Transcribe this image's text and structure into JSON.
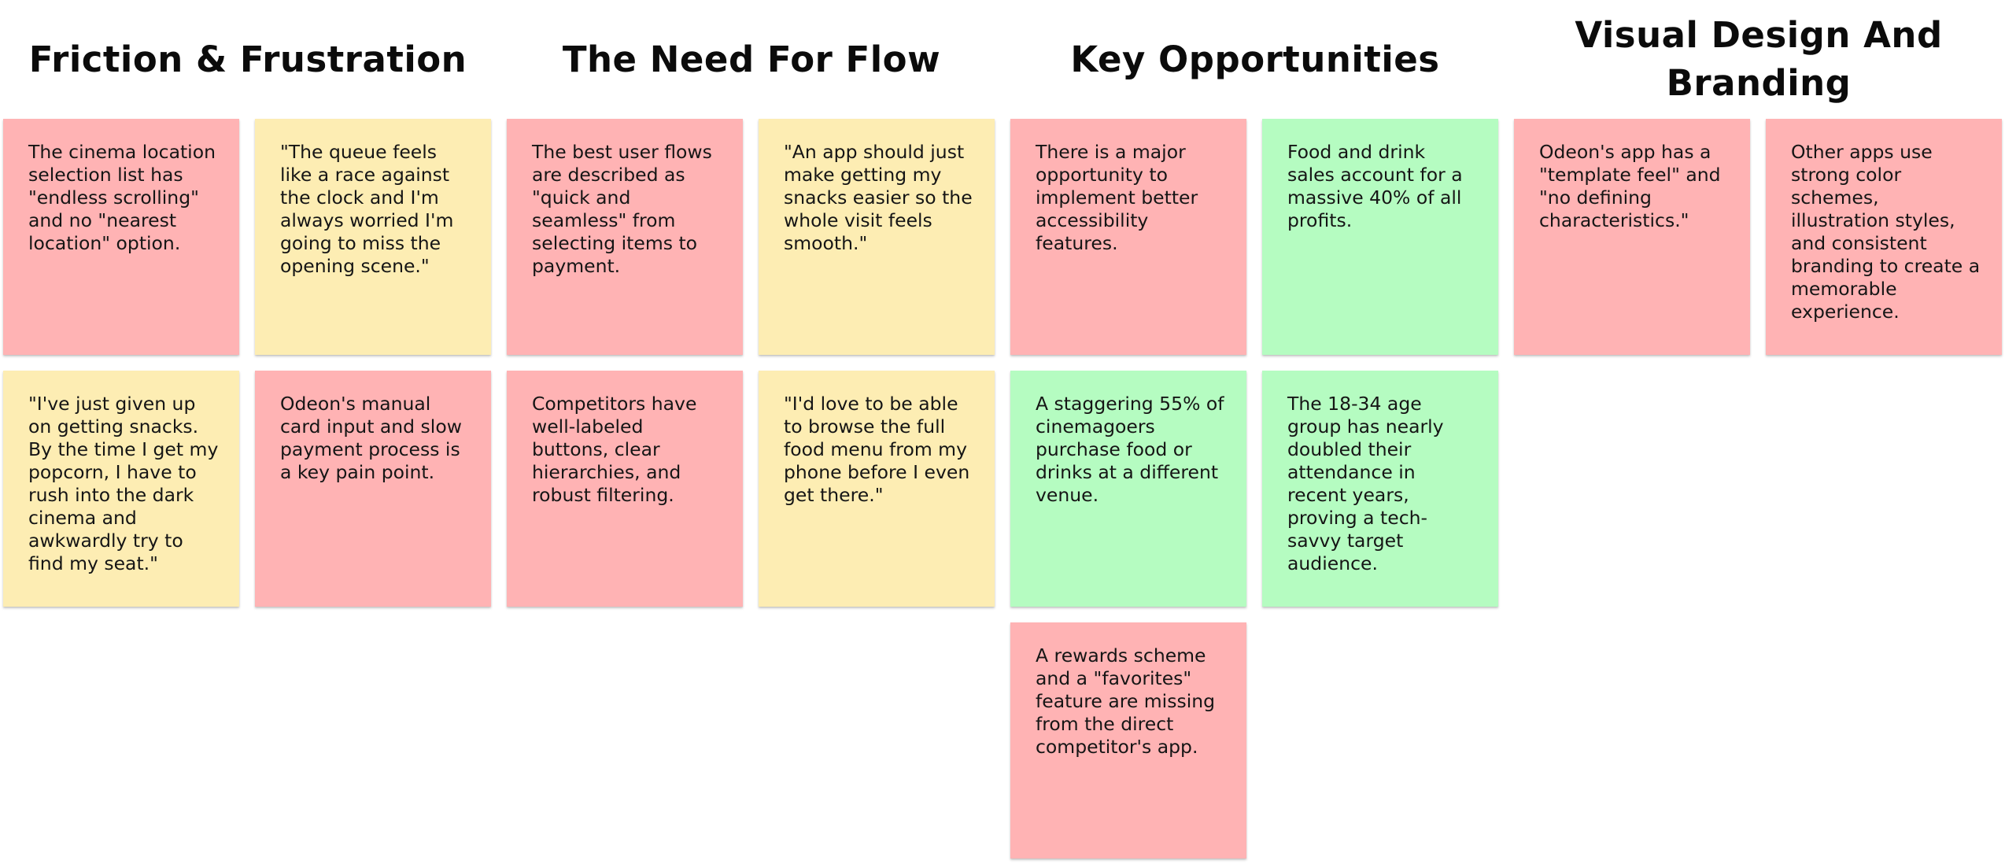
{
  "colors": {
    "pink": "#ffb3b4",
    "yellow": "#fdedb3",
    "green": "#b5fcc1",
    "heading_text": "#0b0b0b"
  },
  "headings": {
    "friction": "Friction & Frustration",
    "flow": "The Need For Flow",
    "opportunities": "Key Opportunities",
    "visual_line1": "Visual Design And",
    "visual_line2": "Branding"
  },
  "notes": {
    "n1": "The cinema location selection list has \"endless scrolling\" and no \"nearest location\" option.",
    "n2": "\"The queue feels like a race against the clock and I'm always worried I'm going to miss the opening scene.\"",
    "n3": "The best user flows are described as \"quick and seamless\" from selecting items to payment.",
    "n4": "\"An app should just make getting my snacks easier so the whole visit feels smooth.\"",
    "n5": "There is a major opportunity to implement better accessibility features.",
    "n6": "Food and drink sales account for a massive 40% of all profits.",
    "n7": "Odeon's app has a \"template feel\" and \"no defining characteristics.\"",
    "n8": "Other apps use strong color schemes, illustration styles, and consistent branding to create a memorable experience.",
    "n9": "\"I've just given up on getting snacks. By the time I get my popcorn, I have to rush into the dark cinema and awkwardly try to find my seat.\"",
    "n10": "Odeon's manual card input and slow payment process is a key pain point.",
    "n11": "Competitors have well-labeled buttons, clear hierarchies, and robust filtering.",
    "n12": "\"I'd love to be able to browse the full food menu from my phone before I even get there.\"",
    "n13": "A staggering 55% of cinemagoers purchase food or drinks at a different venue.",
    "n14": "The 18-34 age group has nearly doubled their attendance in recent years, proving a tech-savvy target audience.",
    "n15": "A rewards scheme and a \"favorites\" feature are missing from the direct competitor's app."
  }
}
